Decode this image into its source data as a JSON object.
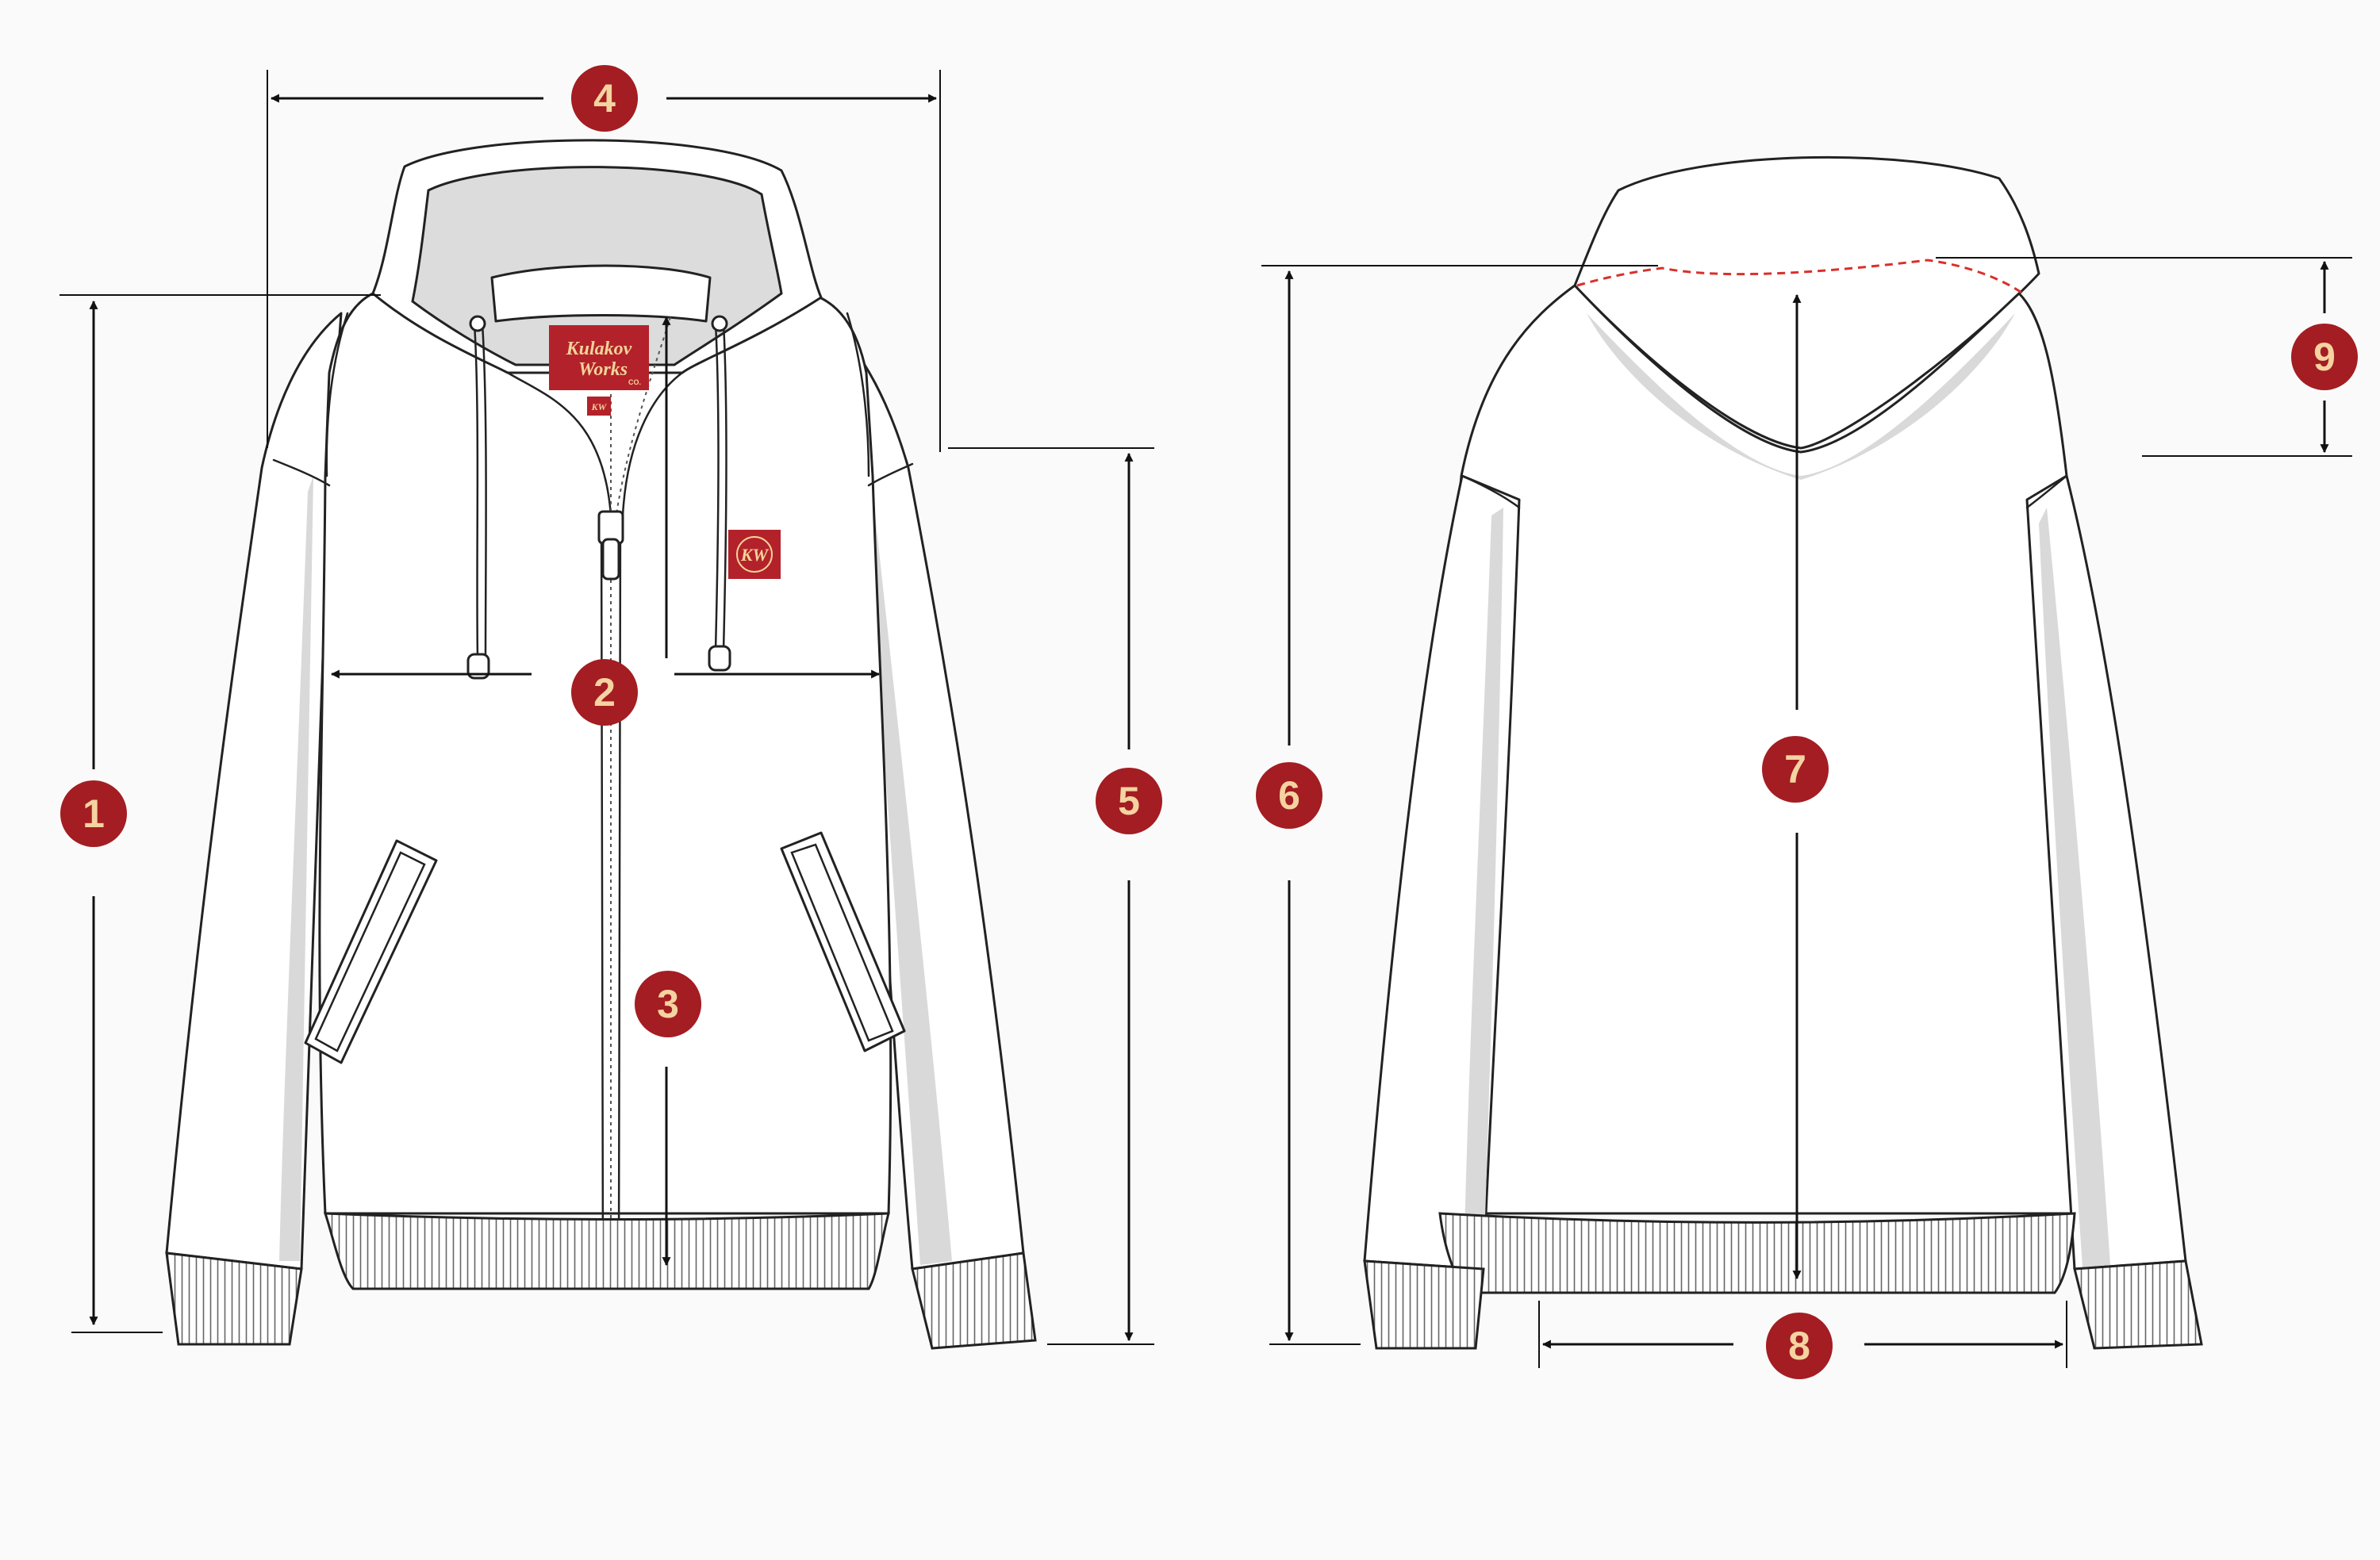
{
  "colors": {
    "marker_fill": "#a31d22",
    "marker_text": "#f4d3a0",
    "label_fill": "#b3222a",
    "label_text": "#f3d39a",
    "outline": "#222222",
    "shade": "#d9d9d9",
    "seam_dash": "#d9302c"
  },
  "brand_label": {
    "line1": "Kulakov",
    "line2": "Works",
    "suffix": "CO.",
    "monogram": "KW"
  },
  "chest_patch": {
    "monogram": "KW"
  },
  "markers": [
    {
      "number": "1",
      "icon": "numbered-circle-icon"
    },
    {
      "number": "2",
      "icon": "numbered-circle-icon"
    },
    {
      "number": "3",
      "icon": "numbered-circle-icon"
    },
    {
      "number": "4",
      "icon": "numbered-circle-icon"
    },
    {
      "number": "5",
      "icon": "numbered-circle-icon"
    },
    {
      "number": "6",
      "icon": "numbered-circle-icon"
    },
    {
      "number": "7",
      "icon": "numbered-circle-icon"
    },
    {
      "number": "8",
      "icon": "numbered-circle-icon"
    },
    {
      "number": "9",
      "icon": "numbered-circle-icon"
    }
  ]
}
